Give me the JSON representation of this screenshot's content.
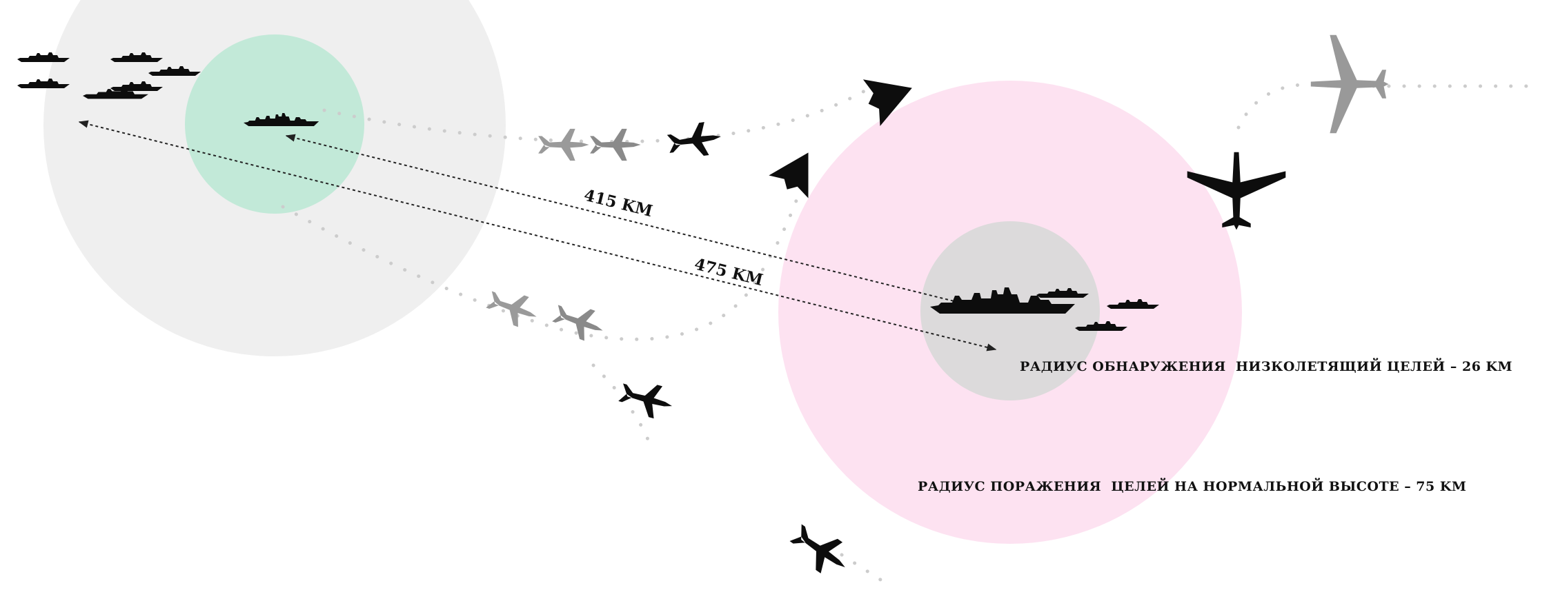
{
  "colors": {
    "background": "#ffffff",
    "large_grey_zone": "#efefef",
    "green_zone": "#c2e9d8",
    "pink_zone": "#fde2f1",
    "inner_grey_zone": "#dcdadb",
    "black_silhouette": "#0d0d0d",
    "grey_silhouette": "#999999",
    "dotted_trail": "#cccccc",
    "arrow_line": "#222222"
  },
  "distances": {
    "d1": "415 KM",
    "d2": "475 KM"
  },
  "radii": {
    "low_altitude_detection": "РАДИУС ОБНАРУЖЕНИЯ  НИЗКОЛЕТЯЩИЙ ЦЕЛЕЙ – 26 KM",
    "normal_altitude_engagement": "РАДИУС ПОРАЖЕНИЯ  ЦЕЛЕЙ НА НОРМАЛЬНОЙ ВЫСОТЕ – 75 KM"
  },
  "icons": {
    "ship": "warship-silhouette-icon",
    "cruiser": "cruiser-silhouette-icon",
    "fighter": "fighter-jet-icon",
    "stealth": "stealth-aircraft-icon",
    "bomber": "bomber-aircraft-icon"
  }
}
